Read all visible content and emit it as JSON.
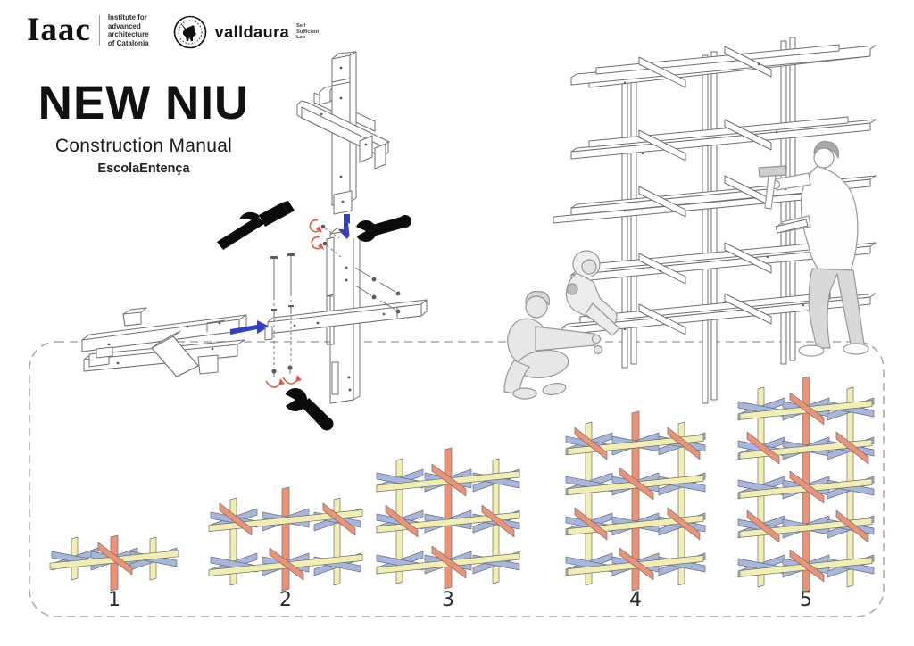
{
  "header": {
    "iaac": {
      "logo_text": "Iaac",
      "tagline_lines": [
        "Institute for",
        "advanced",
        "architecture",
        "of Catalonia"
      ]
    },
    "valldaura": {
      "name": "valldaura",
      "emblem": "valldaura-bird-stamp",
      "tagline_lines": [
        "Self",
        "Sufficient",
        "Lab"
      ]
    }
  },
  "title_block": {
    "title": "NEW NIU",
    "subtitle": "Construction Manual",
    "project": "EscolaEntença"
  },
  "diagram": {
    "tools": [
      "hammer-icon",
      "wrench-icon-top",
      "wrench-icon-bottom"
    ],
    "arrows": [
      "arrow-down-blue",
      "arrow-right-blue",
      "rotate-arrow-red"
    ]
  },
  "steps": [
    {
      "label": "1",
      "levels": 1
    },
    {
      "label": "2",
      "levels": 2
    },
    {
      "label": "3",
      "levels": 3
    },
    {
      "label": "4",
      "levels": 4
    },
    {
      "label": "5",
      "levels": 5
    }
  ],
  "colors": {
    "wood_yellow": "#f2eeb2",
    "wood_blue": "#a6b6df",
    "wood_salmon": "#ec9377",
    "arrow_blue": "#3340c4",
    "rotate_red": "#e05a49",
    "outline_grey": "#6f6f6f",
    "figure_fill": "#e7e7e7",
    "pants_grey": "#d9d9d9"
  }
}
